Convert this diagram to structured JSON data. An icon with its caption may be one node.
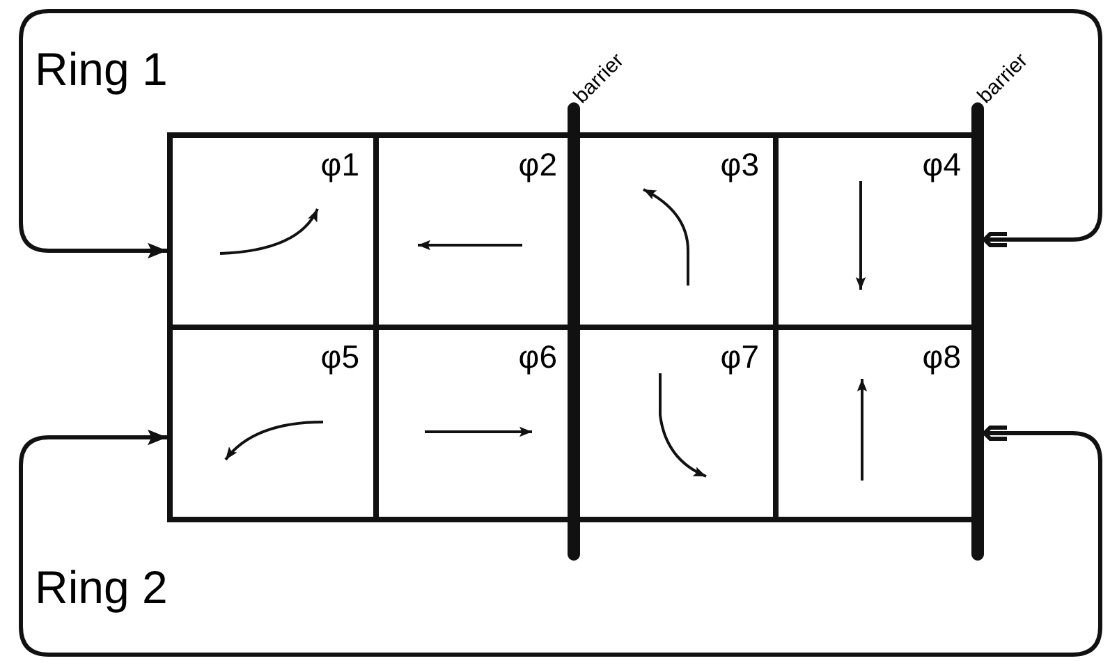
{
  "diagram": {
    "nodes": [
      {
        "text": [
          "φ1"
        ]
      },
      {
        "text": [
          "φ2"
        ]
      },
      {
        "text": [
          "φ3"
        ]
      },
      {
        "text": [
          "φ4"
        ]
      },
      {
        "text": [
          "φ5"
        ]
      },
      {
        "text": [
          "φ6"
        ]
      },
      {
        "text": [
          "φ7"
        ]
      },
      {
        "text": [
          "φ8"
        ]
      }
    ],
    "edges": [
      {
        "from": 3,
        "to": 0,
        "arrow": "to"
      },
      {
        "from": 7,
        "to": 4,
        "arrow": "to"
      }
    ],
    "labels": [
      "Ring 1",
      "barrier",
      "barrier",
      "Ring 2"
    ]
  }
}
